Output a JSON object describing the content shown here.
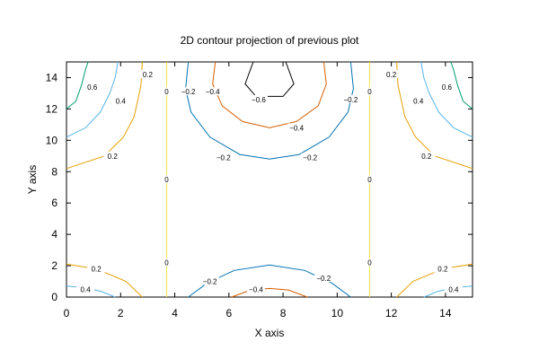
{
  "chart_data": {
    "type": "contour",
    "title": "2D contour projection of previous plot",
    "xlabel": "X axis",
    "ylabel": "Y axis",
    "xlim": [
      0,
      15
    ],
    "ylim": [
      0,
      15
    ],
    "x_ticks": [
      0,
      2,
      4,
      6,
      8,
      10,
      12,
      14
    ],
    "y_ticks": [
      0,
      2,
      4,
      6,
      8,
      10,
      12,
      14
    ],
    "grid": false,
    "legend": "none",
    "levels": [
      {
        "value": 0.6,
        "color": "#009e73",
        "paths": [
          [
            [
              0.8,
              15
            ],
            [
              0.7,
              14.5
            ],
            [
              0.55,
              13.5
            ],
            [
              0.35,
              12.5
            ],
            [
              0,
              12
            ]
          ],
          [
            [
              14.2,
              15
            ],
            [
              14.3,
              14.5
            ],
            [
              14.45,
              13.5
            ],
            [
              14.65,
              12.5
            ],
            [
              15,
              12
            ]
          ]
        ],
        "labels": [
          {
            "x": 0.95,
            "y": 13.4,
            "text": "0.6"
          },
          {
            "x": 14.05,
            "y": 13.4,
            "text": "0.6"
          }
        ]
      },
      {
        "value": 0.4,
        "color": "#56b4e9",
        "paths": [
          [
            [
              1.9,
              15
            ],
            [
              1.8,
              14
            ],
            [
              1.6,
              13
            ],
            [
              1.25,
              11.8
            ],
            [
              0.7,
              10.8
            ],
            [
              0,
              10.2
            ]
          ],
          [
            [
              13.1,
              15
            ],
            [
              13.2,
              14
            ],
            [
              13.4,
              13
            ],
            [
              13.75,
              11.8
            ],
            [
              14.3,
              10.8
            ],
            [
              15,
              10.2
            ]
          ],
          [
            [
              0,
              0.7
            ],
            [
              0.7,
              0.6
            ],
            [
              1.3,
              0.35
            ],
            [
              1.8,
              0
            ]
          ],
          [
            [
              15,
              0.7
            ],
            [
              14.3,
              0.6
            ],
            [
              13.7,
              0.35
            ],
            [
              13.2,
              0
            ]
          ]
        ],
        "labels": [
          {
            "x": 2,
            "y": 12.5,
            "text": "0.4"
          },
          {
            "x": 13,
            "y": 12.5,
            "text": "0.4"
          },
          {
            "x": 0.7,
            "y": 0.5,
            "text": "0.4"
          },
          {
            "x": 14.3,
            "y": 0.5,
            "text": "0.4"
          }
        ]
      },
      {
        "value": 0.2,
        "color": "#e69f00",
        "paths": [
          [
            [
              2.8,
              15
            ],
            [
              2.75,
              13.5
            ],
            [
              2.5,
              11.5
            ],
            [
              2.1,
              10.2
            ],
            [
              1.4,
              9
            ],
            [
              0,
              8.2
            ]
          ],
          [
            [
              12.2,
              15
            ],
            [
              12.25,
              13.5
            ],
            [
              12.5,
              11.5
            ],
            [
              12.9,
              10.2
            ],
            [
              13.6,
              9
            ],
            [
              15,
              8.2
            ]
          ],
          [
            [
              0,
              2.1
            ],
            [
              1.1,
              1.8
            ],
            [
              2.2,
              1
            ],
            [
              2.8,
              0
            ]
          ],
          [
            [
              15,
              2.1
            ],
            [
              13.9,
              1.8
            ],
            [
              12.8,
              1
            ],
            [
              12.2,
              0
            ]
          ]
        ],
        "labels": [
          {
            "x": 3,
            "y": 14.2,
            "text": "0.2"
          },
          {
            "x": 12,
            "y": 14.2,
            "text": "0.2"
          },
          {
            "x": 1.7,
            "y": 9.0,
            "text": "0.2"
          },
          {
            "x": 13.3,
            "y": 9.0,
            "text": "0.2"
          },
          {
            "x": 1.1,
            "y": 1.8,
            "text": "0.2"
          },
          {
            "x": 13.9,
            "y": 1.8,
            "text": "0.2"
          }
        ]
      },
      {
        "value": 0,
        "color": "#f0e442",
        "paths": [
          [
            [
              3.7,
              15
            ],
            [
              3.7,
              0
            ]
          ],
          [
            [
              11.2,
              15
            ],
            [
              11.2,
              0
            ]
          ]
        ],
        "labels": [
          {
            "x": 3.7,
            "y": 13.1,
            "text": "0"
          },
          {
            "x": 3.7,
            "y": 7.5,
            "text": "0"
          },
          {
            "x": 3.7,
            "y": 2.2,
            "text": "0"
          },
          {
            "x": 11.2,
            "y": 13.1,
            "text": "0"
          },
          {
            "x": 11.2,
            "y": 7.5,
            "text": "0"
          },
          {
            "x": 11.2,
            "y": 2.2,
            "text": "0"
          }
        ]
      },
      {
        "value": -0.2,
        "color": "#0072b2",
        "paths": [
          [
            [
              4.5,
              15
            ],
            [
              4.4,
              13.3
            ],
            [
              4.6,
              11.8
            ],
            [
              5.3,
              10.2
            ],
            [
              6.4,
              9.1
            ],
            [
              7.5,
              8.8
            ],
            [
              8.6,
              9.1
            ],
            [
              9.7,
              10.2
            ],
            [
              10.4,
              11.8
            ],
            [
              10.6,
              13.3
            ],
            [
              10.5,
              15
            ]
          ],
          [
            [
              4.5,
              0
            ],
            [
              5.2,
              0.9
            ],
            [
              6.2,
              1.7
            ],
            [
              7.5,
              2.05
            ],
            [
              8.8,
              1.7
            ],
            [
              9.8,
              0.9
            ],
            [
              10.5,
              0
            ]
          ]
        ],
        "labels": [
          {
            "x": 4.5,
            "y": 13.1,
            "text": "−0.2"
          },
          {
            "x": 10.5,
            "y": 12.6,
            "text": "−0.2"
          },
          {
            "x": 5.8,
            "y": 8.9,
            "text": "−0.2"
          },
          {
            "x": 9.0,
            "y": 8.9,
            "text": "−0.2"
          },
          {
            "x": 5.3,
            "y": 1.0,
            "text": "−0.2"
          },
          {
            "x": 9.5,
            "y": 1.2,
            "text": "−0.2"
          }
        ]
      },
      {
        "value": -0.4,
        "color": "#d55e00",
        "paths": [
          [
            [
              5.5,
              15
            ],
            [
              5.4,
              13.6
            ],
            [
              5.75,
              12.2
            ],
            [
              6.5,
              11.2
            ],
            [
              7.5,
              10.8
            ],
            [
              8.5,
              11.2
            ],
            [
              9.3,
              12.2
            ],
            [
              9.6,
              13.6
            ],
            [
              9.5,
              15
            ]
          ],
          [
            [
              6.1,
              0
            ],
            [
              6.8,
              0.45
            ],
            [
              7.5,
              0.55
            ],
            [
              8.2,
              0.45
            ],
            [
              8.9,
              0
            ]
          ]
        ],
        "labels": [
          {
            "x": 5.4,
            "y": 13.1,
            "text": "−0.4"
          },
          {
            "x": 8.5,
            "y": 10.8,
            "text": "−0.4"
          },
          {
            "x": 7.0,
            "y": 0.5,
            "text": "−0.4"
          }
        ]
      },
      {
        "value": -0.6,
        "color": "#000000",
        "paths": [
          [
            [
              6.9,
              15
            ],
            [
              6.6,
              13.6
            ],
            [
              7.0,
              12.8
            ],
            [
              8.0,
              12.8
            ],
            [
              8.4,
              13.6
            ],
            [
              8.1,
              15
            ]
          ]
        ],
        "labels": [
          {
            "x": 7.1,
            "y": 12.6,
            "text": "−0.6"
          }
        ]
      }
    ]
  }
}
